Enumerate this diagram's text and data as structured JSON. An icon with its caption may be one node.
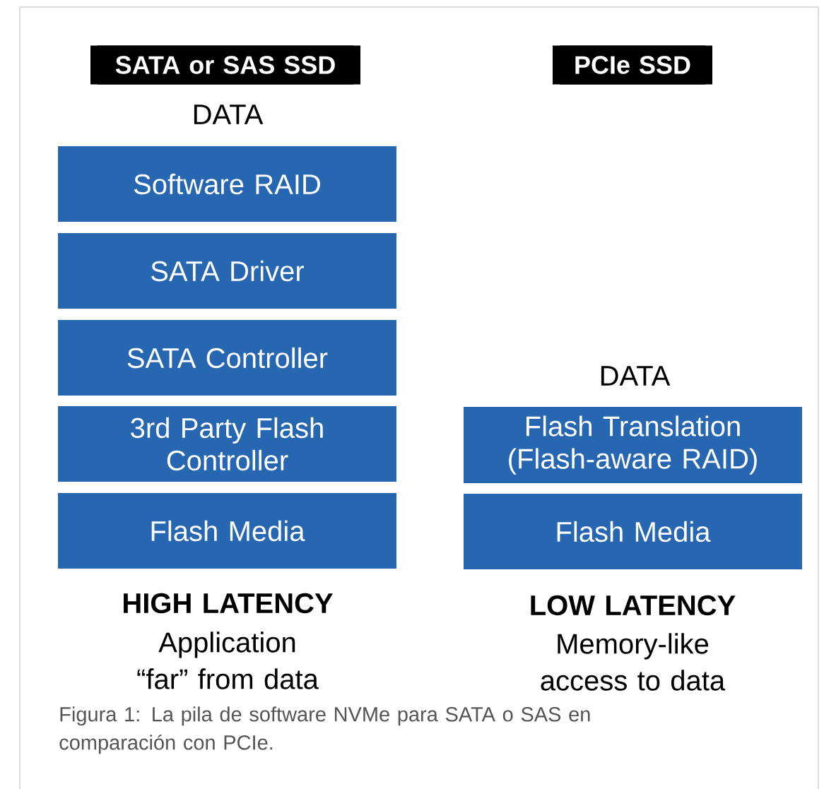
{
  "diagram": {
    "caption": "Figura 1: La pila de software NVMe para SATA o SAS en comparación con PCIe.",
    "nodes": [
      {
        "text": [
          "SATA or SAS SSD"
        ]
      },
      {
        "text": [
          "Software RAID"
        ]
      },
      {
        "text": [
          "SATA Driver"
        ]
      },
      {
        "text": [
          "SATA Controller"
        ]
      },
      {
        "text": [
          "3rd Party Flash Controller"
        ]
      },
      {
        "text": [
          "Flash Media"
        ]
      },
      {
        "text": [
          "PCIe SSD"
        ]
      },
      {
        "text": [
          "Flash Translation (Flash-aware RAID)"
        ]
      },
      {
        "text": [
          "Flash Media"
        ]
      }
    ],
    "edges": [],
    "labels": [
      "DATA",
      "DATA",
      "HIGH LATENCY",
      "Application “far” from data",
      "LOW LATENCY",
      "Memory-like access to data"
    ]
  }
}
